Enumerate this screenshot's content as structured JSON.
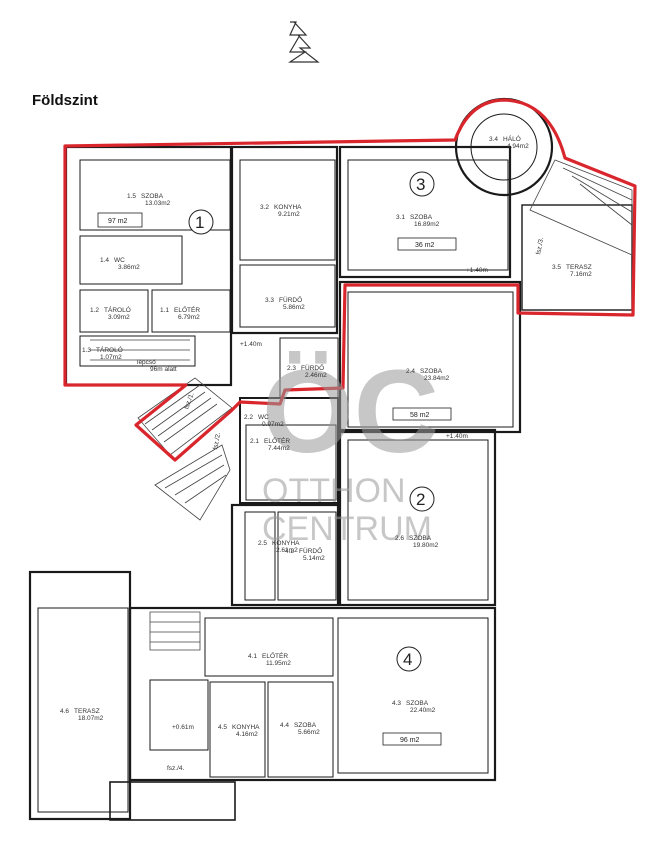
{
  "title": "Földszint",
  "colors": {
    "outline": "#d9262c",
    "wall": "#1a1a1a",
    "watermark": "#9a9a9a"
  },
  "watermark": {
    "logo": "ÖC",
    "line1": "OTTHON",
    "line2": "CENTRUM"
  },
  "units": {
    "u1": "1",
    "u2": "2",
    "u3": "3",
    "u4": "4"
  },
  "unit_areas": {
    "u1": "97 m2",
    "u2": "58 m2",
    "u3": "36 m2",
    "u4": "96 m2"
  },
  "rooms": {
    "r1_5": {
      "id": "1.5",
      "name": "SZOBA",
      "area": "13.03m2"
    },
    "r1_4": {
      "id": "1.4",
      "name": "WC",
      "area": "3.86m2"
    },
    "r1_2": {
      "id": "1.2",
      "name": "TÁROLÓ",
      "area": "3.09m2"
    },
    "r1_1": {
      "id": "1.1",
      "name": "ELŐTÉR",
      "area": "6.79m2"
    },
    "r1_3": {
      "id": "1.3",
      "name": "TÁROLÓ",
      "area": "1.07m2"
    },
    "r1_3b": {
      "id": "",
      "name": "lépcső",
      "area": "96m alatt"
    },
    "r3_2": {
      "id": "3.2",
      "name": "KONYHA",
      "area": "9.21m2"
    },
    "r3_3": {
      "id": "3.3",
      "name": "FÜRDŐ",
      "area": "5.86m2"
    },
    "r3_1": {
      "id": "3.1",
      "name": "SZOBA",
      "area": "16.89m2"
    },
    "r3_4": {
      "id": "3.4",
      "name": "HÁLÓ",
      "area": "4.94m2"
    },
    "r3_5": {
      "id": "3.5",
      "name": "TERASZ",
      "area": "7.16m2"
    },
    "r2_3": {
      "id": "2.3",
      "name": "FÜRDŐ",
      "area": "2.46m2"
    },
    "r2_4": {
      "id": "2.4",
      "name": "SZOBA",
      "area": "23.84m2"
    },
    "r2_2": {
      "id": "2.2",
      "name": "WC",
      "area": "0.97m2"
    },
    "r2_1": {
      "id": "2.1",
      "name": "ELŐTÉR",
      "area": "7.44m2"
    },
    "r2_6": {
      "id": "2.6",
      "name": "SZOBA",
      "area": "19.80m2"
    },
    "r2_5": {
      "id": "2.5",
      "name": "KONYHA",
      "area": "2.61m2"
    },
    "r4_2": {
      "id": "4.2",
      "name": "FÜRDŐ",
      "area": "5.14m2"
    },
    "r4_1": {
      "id": "4.1",
      "name": "ELŐTÉR",
      "area": "11.95m2"
    },
    "r4_3": {
      "id": "4.3",
      "name": "SZOBA",
      "area": "22.40m2"
    },
    "r4_6": {
      "id": "4.6",
      "name": "TERASZ",
      "area": "18.07m2"
    },
    "r4_5": {
      "id": "4.5",
      "name": "KONYHA",
      "area": "4.16m2"
    },
    "r4_4": {
      "id": "4.4",
      "name": "SZOBA",
      "area": "5.66m2"
    }
  },
  "levels": {
    "l1": "+1.40m",
    "l2": "+1.40m",
    "l3": "+1.40m",
    "l4": "+0.61m"
  },
  "stairs": {
    "s1": "fsz./1.",
    "s2": "fsz./2.",
    "s3": "fsz./3.",
    "s4": "fsz./4."
  }
}
